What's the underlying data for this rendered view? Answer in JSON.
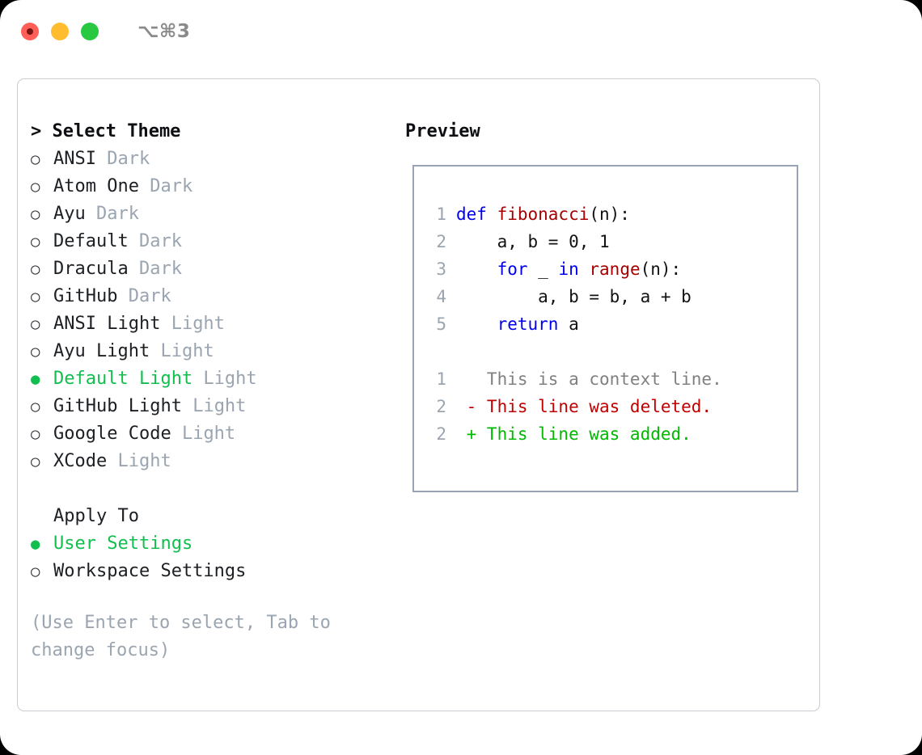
{
  "titlebar": {
    "shortcut": "⌥⌘3",
    "lights": [
      "close",
      "minimize",
      "zoom"
    ]
  },
  "theme_picker": {
    "header": "> Select Theme",
    "items": [
      {
        "marker": "○",
        "selected": false,
        "label": "ANSI",
        "suffix": "Dark"
      },
      {
        "marker": "○",
        "selected": false,
        "label": "Atom One",
        "suffix": "Dark"
      },
      {
        "marker": "○",
        "selected": false,
        "label": "Ayu",
        "suffix": "Dark"
      },
      {
        "marker": "○",
        "selected": false,
        "label": "Default",
        "suffix": "Dark"
      },
      {
        "marker": "○",
        "selected": false,
        "label": "Dracula",
        "suffix": "Dark"
      },
      {
        "marker": "○",
        "selected": false,
        "label": "GitHub",
        "suffix": "Dark"
      },
      {
        "marker": "○",
        "selected": false,
        "label": "ANSI Light",
        "suffix": "Light"
      },
      {
        "marker": "○",
        "selected": false,
        "label": "Ayu Light",
        "suffix": "Light"
      },
      {
        "marker": "●",
        "selected": true,
        "label": "Default Light",
        "suffix": "Light"
      },
      {
        "marker": "○",
        "selected": false,
        "label": "GitHub Light",
        "suffix": "Light"
      },
      {
        "marker": "○",
        "selected": false,
        "label": "Google Code",
        "suffix": "Light"
      },
      {
        "marker": "○",
        "selected": false,
        "label": "XCode",
        "suffix": "Light"
      }
    ]
  },
  "apply_to": {
    "header": "Apply To",
    "items": [
      {
        "marker": "●",
        "selected": true,
        "label": "User Settings"
      },
      {
        "marker": "○",
        "selected": false,
        "label": "Workspace Settings"
      }
    ]
  },
  "hint": "(Use Enter to select, Tab to change focus)",
  "preview": {
    "title": "Preview",
    "code_lines": [
      {
        "no": "1",
        "spans": [
          {
            "text": "def ",
            "cls": "tok-kw"
          },
          {
            "text": "fibonacci",
            "cls": "tok-fn"
          },
          {
            "text": "(n):",
            "cls": "tok-plain"
          }
        ]
      },
      {
        "no": "2",
        "spans": [
          {
            "text": "    a, b = 0, 1",
            "cls": "tok-plain"
          }
        ]
      },
      {
        "no": "3",
        "spans": [
          {
            "text": "    ",
            "cls": "tok-plain"
          },
          {
            "text": "for",
            "cls": "tok-kw"
          },
          {
            "text": " _ ",
            "cls": "tok-plain"
          },
          {
            "text": "in ",
            "cls": "tok-kw"
          },
          {
            "text": "range",
            "cls": "tok-fn"
          },
          {
            "text": "(n):",
            "cls": "tok-plain"
          }
        ]
      },
      {
        "no": "4",
        "spans": [
          {
            "text": "        a, b = b, a + b",
            "cls": "tok-plain"
          }
        ]
      },
      {
        "no": "5",
        "spans": [
          {
            "text": "    ",
            "cls": "tok-plain"
          },
          {
            "text": "return",
            "cls": "tok-kw"
          },
          {
            "text": " a",
            "cls": "tok-plain"
          }
        ]
      },
      {
        "no": "",
        "spans": [
          {
            "text": " ",
            "cls": "tok-plain"
          }
        ]
      },
      {
        "no": "1",
        "spans": [
          {
            "text": "   This is a context line.",
            "cls": "tok-ctx"
          }
        ]
      },
      {
        "no": "2",
        "spans": [
          {
            "text": " - This line was deleted.",
            "cls": "tok-del"
          }
        ]
      },
      {
        "no": "2",
        "spans": [
          {
            "text": " + This line was added.",
            "cls": "tok-add"
          }
        ]
      }
    ]
  },
  "colors": {
    "accent_green": "#12bf4e",
    "muted_grey": "#9aa5b1",
    "keyword_blue": "#0000ee",
    "function_red": "#a80000",
    "diff_add": "#00b800",
    "diff_del": "#c00000",
    "panel_border": "#c9ccd1",
    "preview_border": "#98a4b3"
  }
}
